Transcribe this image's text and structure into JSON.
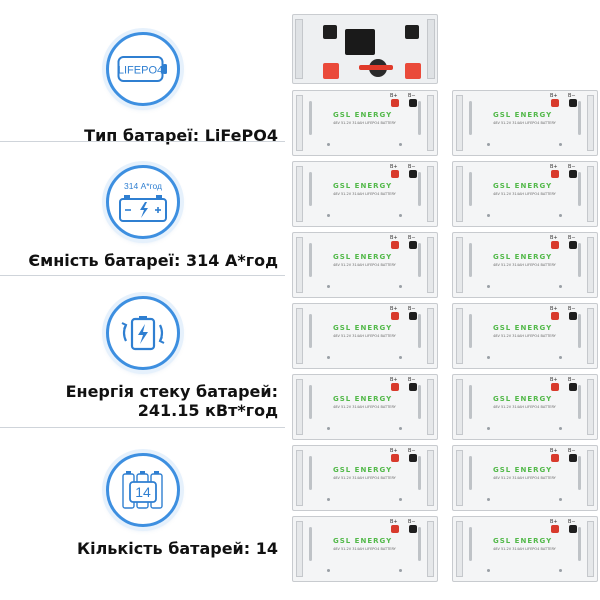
{
  "specs": [
    {
      "icon": "lifepo4-battery-icon",
      "icon_text": "LIFEPO4",
      "label": "Тип батареї: LiFePO4"
    },
    {
      "icon": "battery-capacity-icon",
      "icon_text": "314 А*год",
      "label": "Ємність батареї: 314 А*год"
    },
    {
      "icon": "battery-charging-icon",
      "icon_text": "",
      "label_line1": "Енергія стеку батарей:",
      "label_line2": "241.15 кВт*год"
    },
    {
      "icon": "battery-count-icon",
      "icon_text": "14",
      "label": "Кількість батарей: 14"
    }
  ],
  "module": {
    "brand": "GSL ENERGY",
    "subtitle": "48V 51.2V 314AH LIFEPO4 BATTERY",
    "positive_label": "B+",
    "negative_label": "B−"
  },
  "colors": {
    "accent": "#3d8fe0",
    "brand_green": "#53b94a",
    "terminal_red": "#d83a2c"
  }
}
